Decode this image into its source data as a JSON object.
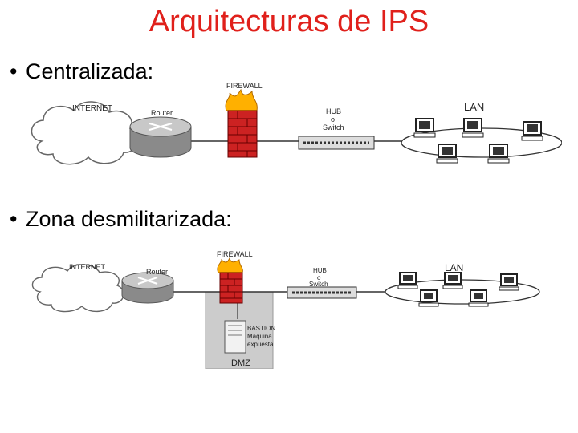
{
  "title": "Arquitecturas de IPS",
  "bullets": [
    "Centralizada:",
    "Zona desmilitarizada:"
  ],
  "diagram1": {
    "internet": "INTERNET",
    "router": "Router",
    "firewall": "FIREWALL",
    "hub1": "HUB",
    "hub2": "o",
    "hub3": "Switch",
    "lan": "LAN"
  },
  "diagram2": {
    "internet": "INTERNET",
    "router": "Router",
    "firewall": "FIREWALL",
    "hub1": "HUB",
    "hub2": "o",
    "hub3": "Switch",
    "lan": "LAN",
    "bastion1": "BASTION",
    "bastion2": "Máquina",
    "bastion3": "expuesta",
    "dmz": "DMZ"
  }
}
